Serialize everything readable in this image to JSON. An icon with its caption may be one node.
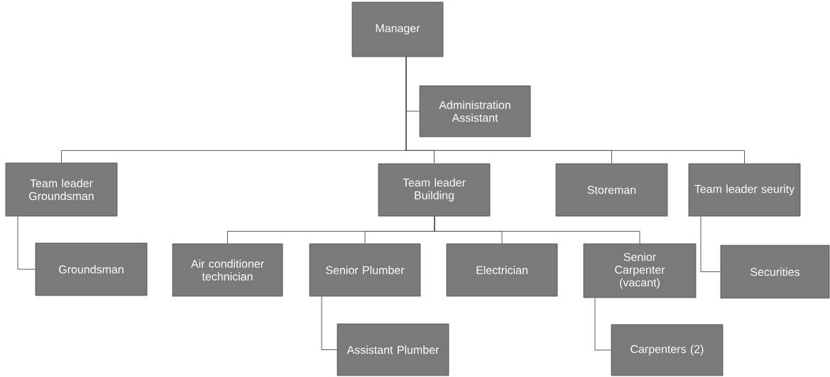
{
  "diagram": {
    "nodes": [
      {
        "text": [
          "Manager"
        ]
      },
      {
        "text": [
          "Administration Assistant"
        ]
      },
      {
        "text": [
          "Team leader Groundsman"
        ]
      },
      {
        "text": [
          "Team leader Building"
        ]
      },
      {
        "text": [
          "Storeman"
        ]
      },
      {
        "text": [
          "Team leader seurity"
        ]
      },
      {
        "text": [
          "Groundsman"
        ]
      },
      {
        "text": [
          "Air conditioner technician"
        ]
      },
      {
        "text": [
          "Senior Plumber"
        ]
      },
      {
        "text": [
          "Electrician"
        ]
      },
      {
        "text": [
          "Senior Carpenter (vacant)"
        ]
      },
      {
        "text": [
          "Assistant Plumber"
        ]
      },
      {
        "text": [
          "Carpenters (2)"
        ]
      },
      {
        "text": [
          "Securities"
        ]
      }
    ],
    "edges": [
      {
        "from": 0,
        "to": 1,
        "arrow": "none"
      },
      {
        "from": 0,
        "to": 2,
        "arrow": "none"
      },
      {
        "from": 0,
        "to": 3,
        "arrow": "none"
      },
      {
        "from": 0,
        "to": 4,
        "arrow": "none"
      },
      {
        "from": 0,
        "to": 5,
        "arrow": "none"
      },
      {
        "from": 2,
        "to": 6,
        "arrow": "none"
      },
      {
        "from": 3,
        "to": 7,
        "arrow": "none"
      },
      {
        "from": 3,
        "to": 8,
        "arrow": "none"
      },
      {
        "from": 3,
        "to": 9,
        "arrow": "none"
      },
      {
        "from": 3,
        "to": 10,
        "arrow": "none"
      },
      {
        "from": 5,
        "to": 13,
        "arrow": "none"
      },
      {
        "from": 8,
        "to": 11,
        "arrow": "none"
      },
      {
        "from": 10,
        "to": 12,
        "arrow": "none"
      }
    ]
  }
}
